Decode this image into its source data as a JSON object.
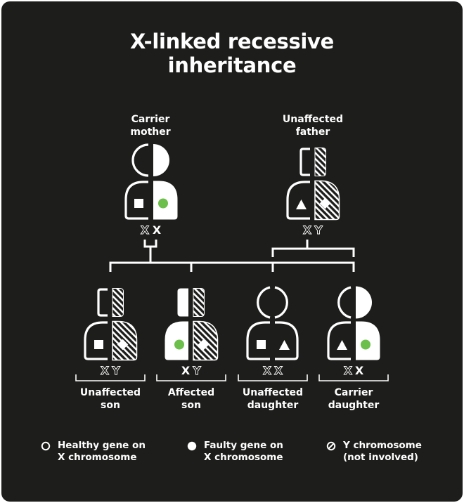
{
  "title": {
    "line1": "X-linked recessive",
    "line2": "inheritance"
  },
  "colors": {
    "background": "#1d1d1b",
    "foreground": "#ffffff",
    "faulty_gene": "#6cbf4a"
  },
  "parents": [
    {
      "id": "mother",
      "label_line1": "Carrier",
      "label_line2": "mother",
      "chromosomes": [
        "X",
        "X"
      ],
      "chromosome_styles": [
        "outline",
        "bold"
      ]
    },
    {
      "id": "father",
      "label_line1": "Unaffected",
      "label_line2": "father",
      "chromosomes": [
        "X",
        "Y"
      ],
      "chromosome_styles": [
        "outline",
        "outline"
      ]
    }
  ],
  "children": [
    {
      "id": "unaffected-son",
      "label_line1": "Unaffected",
      "label_line2": "son",
      "chromosomes": [
        "X",
        "Y"
      ],
      "chromosome_styles": [
        "outline",
        "outline"
      ]
    },
    {
      "id": "affected-son",
      "label_line1": "Affected",
      "label_line2": "son",
      "chromosomes": [
        "X",
        "Y"
      ],
      "chromosome_styles": [
        "bold",
        "outline"
      ]
    },
    {
      "id": "unaffected-daughter",
      "label_line1": "Unaffected",
      "label_line2": "daughter",
      "chromosomes": [
        "X",
        "X"
      ],
      "chromosome_styles": [
        "outline",
        "outline"
      ]
    },
    {
      "id": "carrier-daughter",
      "label_line1": "Carrier",
      "label_line2": "daughter",
      "chromosomes": [
        "X",
        "X"
      ],
      "chromosome_styles": [
        "outline",
        "bold"
      ]
    }
  ],
  "legend": [
    {
      "icon": "open-circle-icon",
      "line1": "Healthy gene on",
      "line2": "X chromosome"
    },
    {
      "icon": "filled-circle-icon",
      "line1": "Faulty gene on",
      "line2": "X chromosome"
    },
    {
      "icon": "hatched-circle-icon",
      "line1": "Y chromosome",
      "line2": "(not involved)"
    }
  ]
}
